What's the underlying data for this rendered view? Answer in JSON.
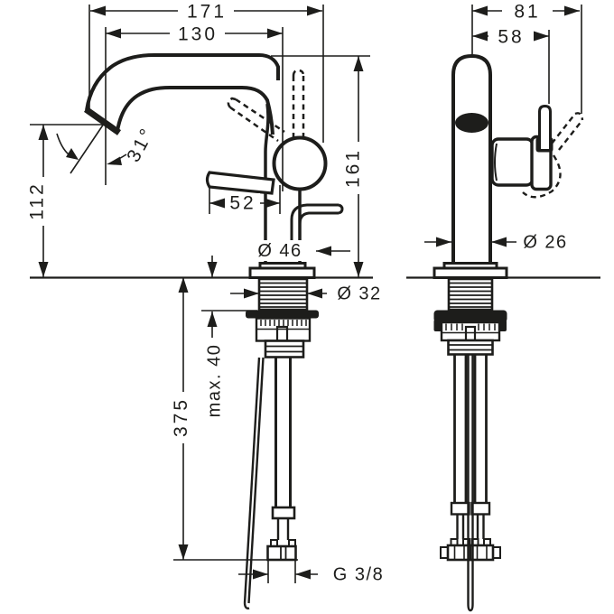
{
  "drawing": {
    "type": "technical-dimension-drawing",
    "subject": "single-lever basin mixer faucet, side view and front view with installation dimensions (mm)",
    "background_color": "#ffffff",
    "line_color": "#1d1d1b",
    "left_view": {
      "name": "side view",
      "dims": {
        "reach_overall": "171",
        "spout_reach": "130",
        "outlet_height": "112",
        "total_height": "161",
        "handle_projection": "52",
        "outlet_angle": "31°",
        "base_diameter": "Ø 46",
        "shank_diameter": "Ø 32",
        "max_deck_thickness": "max. 40",
        "hose_drop": "375",
        "connection_thread": "G 3/8"
      }
    },
    "right_view": {
      "name": "front view",
      "dims": {
        "depth_overall": "81",
        "handle_offset": "58",
        "body_diameter": "Ø 26"
      }
    }
  }
}
